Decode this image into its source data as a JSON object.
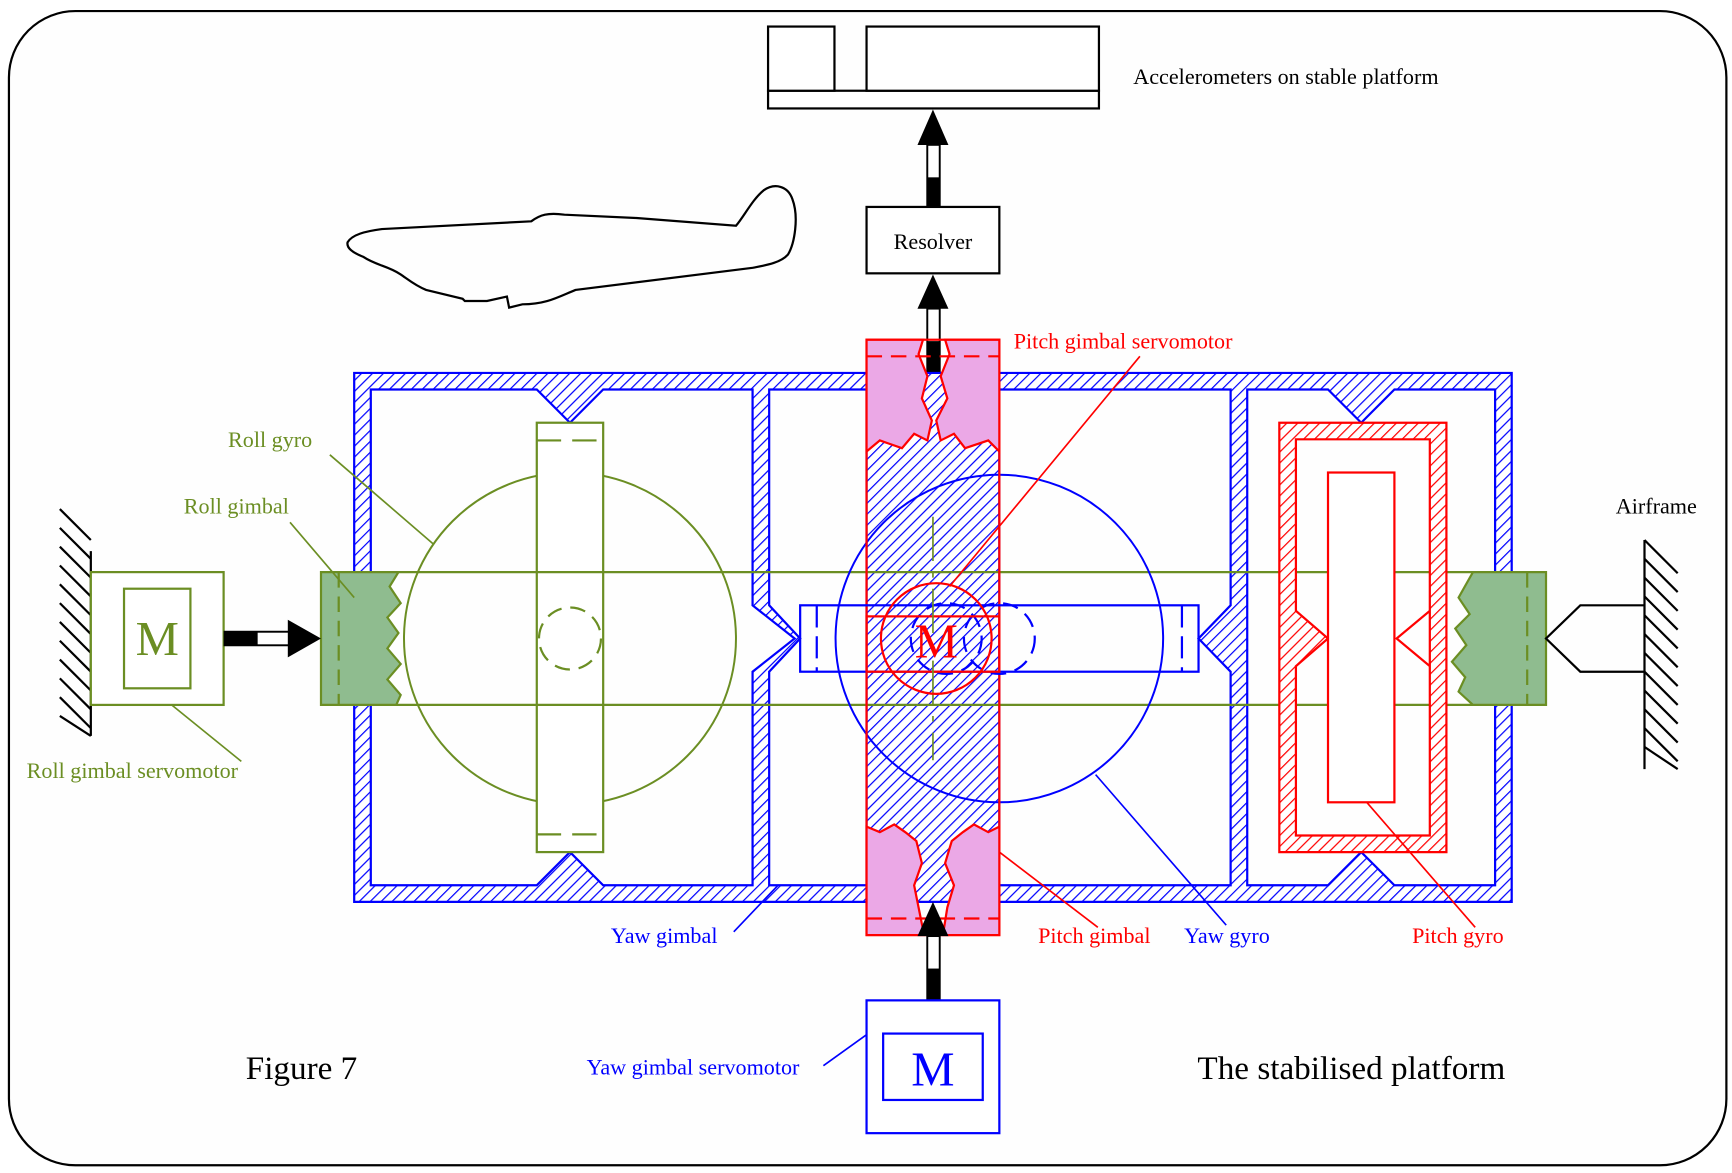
{
  "figure": {
    "number_label": "Figure 7",
    "title": "The stabilised platform"
  },
  "colors": {
    "roll": "#6B8E23",
    "roll_fill": "#8FBC8F",
    "yaw": "#0000FF",
    "pitch": "#FF0000",
    "pitch_fill": "#EBA8E6",
    "neutral": "#000000"
  },
  "blocks": {
    "accelerometers_label": "Accelerometers on stable platform",
    "resolver_label": "Resolver",
    "roll_motor_symbol": "M",
    "pitch_motor_symbol": "M",
    "yaw_motor_symbol": "M"
  },
  "labels": {
    "roll_gyro": "Roll gyro",
    "roll_gimbal": "Roll gimbal",
    "roll_gimbal_servomotor": "Roll gimbal servomotor",
    "pitch_gimbal_servomotor": "Pitch gimbal servomotor",
    "airframe": "Airframe",
    "yaw_gimbal": "Yaw gimbal",
    "pitch_gimbal": "Pitch gimbal",
    "yaw_gyro": "Yaw gyro",
    "pitch_gyro": "Pitch gyro",
    "yaw_gimbal_servomotor": "Yaw gimbal servomotor"
  }
}
